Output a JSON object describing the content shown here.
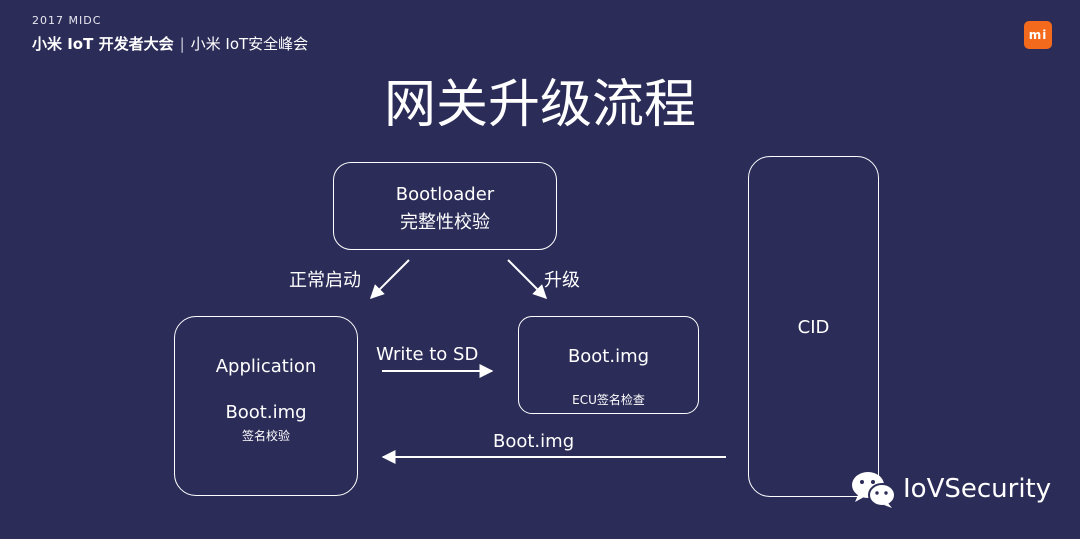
{
  "header": {
    "year_label": "2017 MIDC",
    "event_name": "小米 IoT 开发者大会",
    "separator": "|",
    "subevent": "小米 IoT安全峰会",
    "logo_text": "mi"
  },
  "title": "网关升级流程",
  "nodes": {
    "bootloader": {
      "line1": "Bootloader",
      "line2": "完整性校验"
    },
    "application": {
      "title": "Application",
      "image": "Boot.img",
      "check": "签名校验"
    },
    "bootimg": {
      "title": "Boot.img",
      "check": "ECU签名检查"
    },
    "cid": {
      "label": "CID"
    }
  },
  "edges": {
    "normal_boot": "正常启动",
    "upgrade": "升级",
    "write_sd": "Write to SD",
    "bootimg_transfer": "Boot.img"
  },
  "watermark": {
    "text": "IoVSecurity",
    "icon": "wechat-icon"
  },
  "colors": {
    "background": "#2b2c58",
    "foreground": "#ffffff",
    "logo_bg": "#f36a1c"
  }
}
